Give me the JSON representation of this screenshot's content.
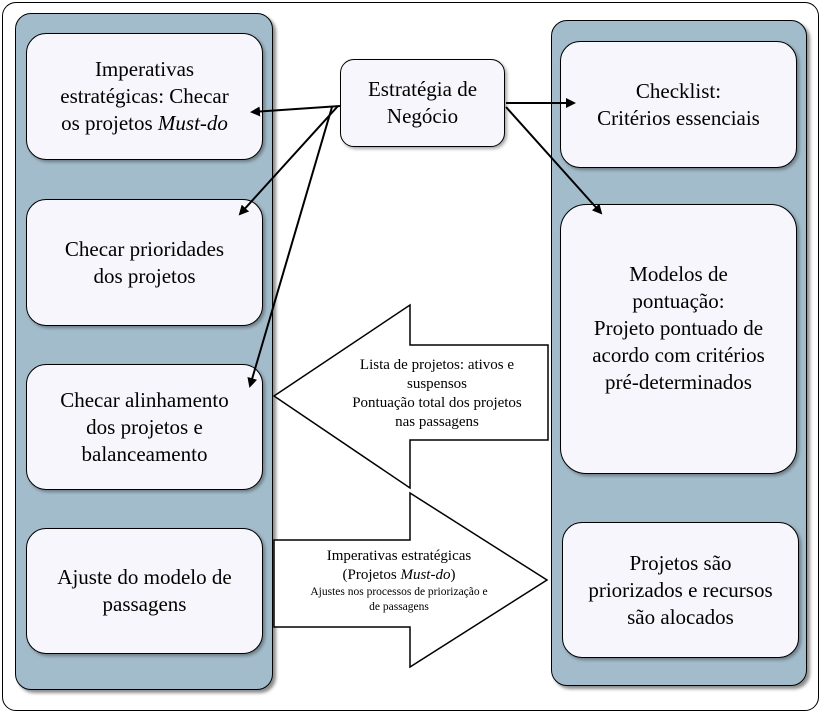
{
  "center": {
    "line1": "Estratégia de",
    "line2": "Negócio"
  },
  "left": [
    {
      "lines": [
        "Imperativas",
        "estratégicas: Checar"
      ],
      "last_prefix": "os projetos ",
      "last_italic": "Must-do"
    },
    {
      "lines": [
        "Checar prioridades",
        "dos projetos"
      ]
    },
    {
      "lines": [
        "Checar alinhamento",
        "dos projetos e",
        "balanceamento"
      ]
    },
    {
      "lines": [
        "Ajuste do modelo de",
        "passagens"
      ]
    }
  ],
  "right": [
    {
      "lines": [
        "Checklist:",
        "Critérios essenciais"
      ]
    },
    {
      "lines": [
        "Modelos de",
        "pontuação:",
        "Projeto pontuado de",
        "acordo com critérios",
        "pré-determinados"
      ]
    },
    {
      "lines": [
        "Projetos são",
        "priorizados e recursos",
        "são alocados"
      ]
    }
  ],
  "arrow_left_text": {
    "line1": "Lista de projetos: ativos e",
    "line2": "suspensos",
    "line3": "Pontuação total dos projetos",
    "line4": "nas passagens"
  },
  "arrow_right_text": {
    "line1": "Imperativas estratégicas",
    "line2_prefix": "(Projetos ",
    "line2_italic": "Must-do",
    "line2_suffix": ")",
    "line3": "Ajustes nos processos de priorização e",
    "line4": "de passagens"
  },
  "colors": {
    "panel": "#a3bccb",
    "box": "#f6f6fc",
    "stroke": "#000000"
  }
}
